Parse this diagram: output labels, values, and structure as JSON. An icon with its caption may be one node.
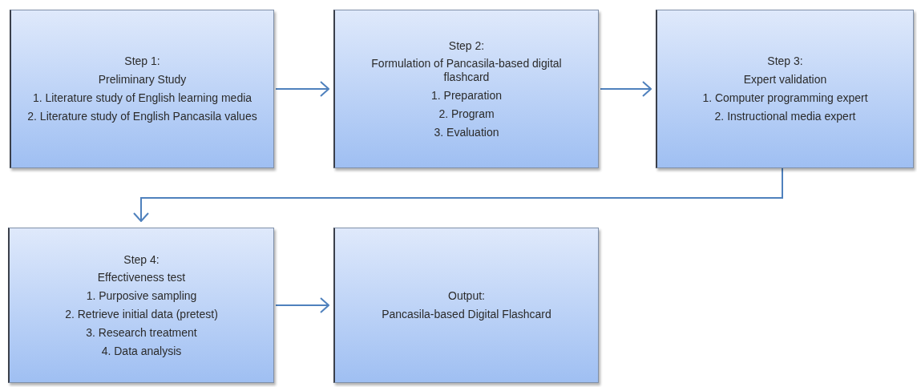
{
  "diagram": {
    "nodes": [
      {
        "text": [
          "Step 1:",
          "Preliminary Study",
          "1. Literature study of English learning media",
          "2. Literature study of English Pancasila values"
        ]
      },
      {
        "text": [
          "Step 2:",
          "Formulation of Pancasila-based digital flashcard",
          "1. Preparation",
          "2. Program",
          "3. Evaluation"
        ]
      },
      {
        "text": [
          "Step 3:",
          "Expert validation",
          "1. Computer programming expert",
          "2. Instructional media expert"
        ]
      },
      {
        "text": [
          "Step 4:",
          "Effectiveness test",
          "1. Purposive sampling",
          "2. Retrieve initial data (pretest)",
          "3. Research treatment",
          "4. Data analysis"
        ]
      },
      {
        "text": [
          "Output:",
          "Pancasila-based Digital Flashcard"
        ]
      }
    ],
    "edges": [
      {
        "from": 0,
        "to": 1,
        "arrow": "to"
      },
      {
        "from": 1,
        "to": 2,
        "arrow": "to"
      },
      {
        "from": 2,
        "to": 3,
        "arrow": "to"
      },
      {
        "from": 3,
        "to": 4,
        "arrow": "to"
      }
    ]
  }
}
